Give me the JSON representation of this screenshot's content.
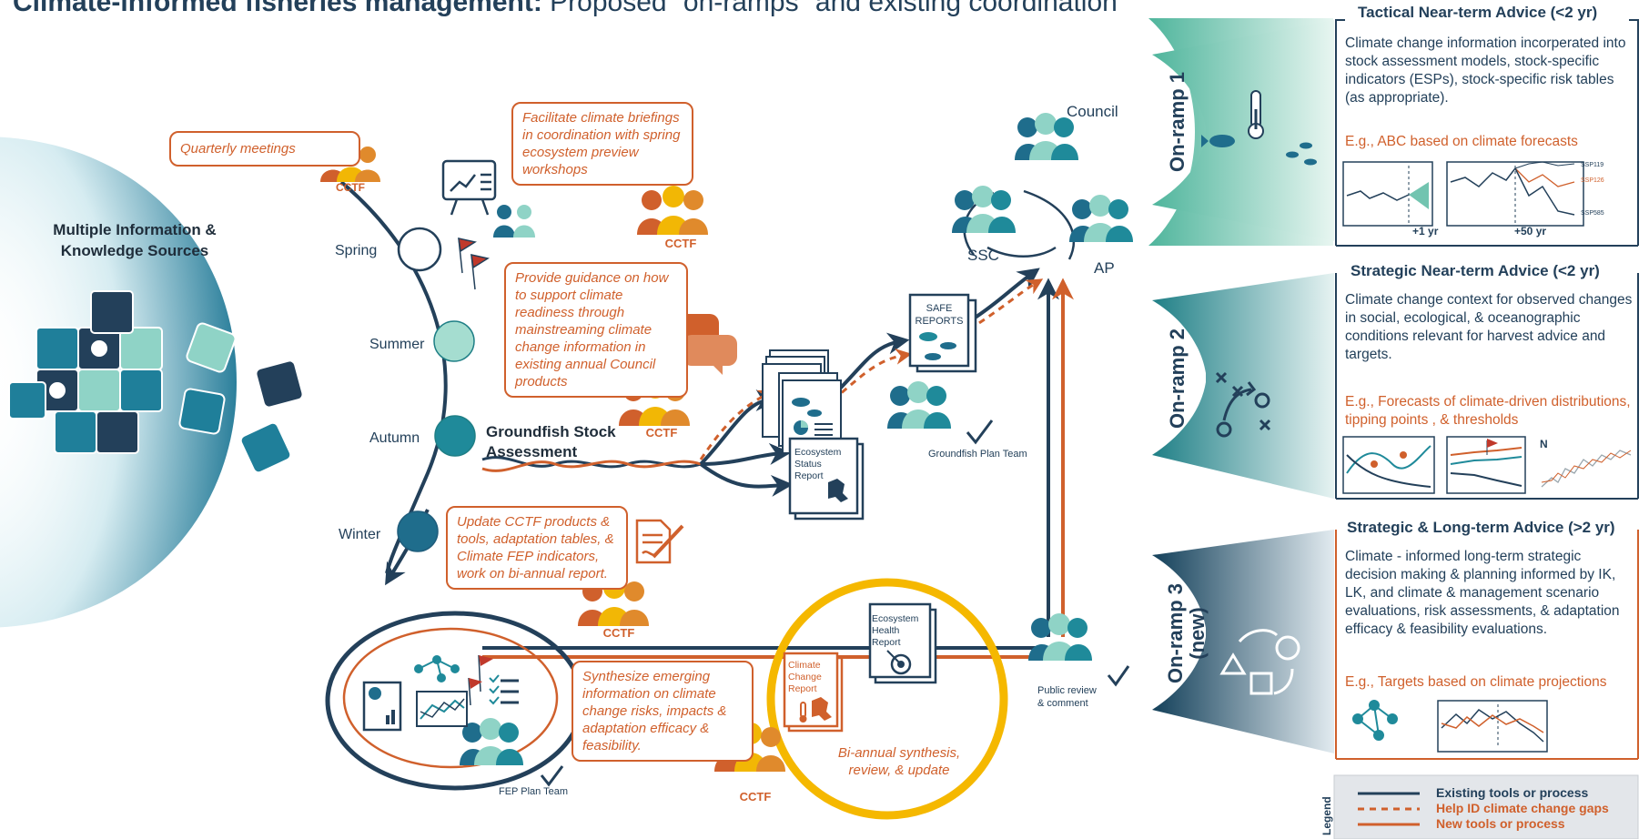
{
  "title": {
    "bold": "Climate-informed fisheries management:",
    "rest": " Proposed “on-ramps” and existing coordination"
  },
  "left": {
    "sources_line1": "Multiple Information &",
    "sources_line2": "Knowledge Sources"
  },
  "seasons": {
    "spring": "Spring",
    "summer": "Summer",
    "autumn": "Autumn",
    "winter": "Winter"
  },
  "cctf": "CCTF",
  "boxes": {
    "quarterly": "Quarterly meetings",
    "briefings": "Facilitate climate briefings in coordination with spring ecosystem preview workshops",
    "guidance": "Provide guidance on how to support climate readiness through mainstreaming climate change information in existing annual Council products",
    "update": "Update CCTF products & tools, adaptation tables, & Climate FEP indicators, work on bi-annual report.",
    "synthesize": "Synthesize emerging information on climate change risks, impacts & adaptation efficacy & feasibility."
  },
  "groundfish": {
    "line1": "Groundfish Stock",
    "line2": "Assessment"
  },
  "docs": {
    "ecosystem_status": [
      "Ecosystem",
      "Status",
      "Report"
    ],
    "safe": [
      "SAFE",
      "REPORTS"
    ],
    "ecosystem_health": [
      "Ecosystem",
      "Health",
      "Report"
    ],
    "climate_change": [
      "Climate",
      "Change",
      "Report"
    ]
  },
  "groups": {
    "council": "Council",
    "ssc": "SSC",
    "ap": "AP",
    "plan_team": "Groundfish Plan Team",
    "public_line1": "Public review",
    "public_line2": "& comment",
    "fep": "FEP Plan Team"
  },
  "biannual": {
    "line1": "Bi-annual synthesis,",
    "line2": "review, & update"
  },
  "panels": [
    {
      "onramp": "On-ramp 1",
      "title": "Tactical Near-term Advice (<2 yr)",
      "body": "Climate change information incorperated into stock assessment models, stock-specific indicators (ESPs), stock-specific risk tables (as appropriate).",
      "eg": "E.g., ABC based on climate forecasts",
      "labels": {
        "plus1": "+1 yr",
        "plus50": "+50 yr",
        "ssp119": "SSP119",
        "ssp126": "SSP126",
        "ssp585": "SSP585"
      }
    },
    {
      "onramp": "On-ramp 2",
      "title": "Strategic Near-term Advice (<2 yr)",
      "body": "Climate change context for observed changes in social, ecological, & oceanographic conditions relevant for harvest advice and targets.",
      "eg": "E.g., Forecasts of climate-driven distributions, tipping points , & thresholds",
      "labels": {
        "north": "N"
      }
    },
    {
      "onramp": "On-ramp 3",
      "onramp_sub": "(new)",
      "title": "Strategic & Long-term Advice (>2 yr)",
      "body": "Climate - informed long-term strategic decision making & planning informed by IK, LK, and climate & management scenario evaluations, risk assessments, & adaptation efficacy & feasibility evaluations.",
      "eg": "E.g., Targets based on climate projections"
    }
  ],
  "legend": {
    "title": "Legend",
    "existing": "Existing tools or process",
    "gaps": "Help ID climate change gaps",
    "new": "New tools or process"
  },
  "colors": {
    "navy": "#23405a",
    "teal": "#1f8a9a",
    "mint": "#8fd3c6",
    "orange": "#d0602c",
    "gold": "#f2b705",
    "red": "#c0392b",
    "highlight": "#f5b800"
  }
}
